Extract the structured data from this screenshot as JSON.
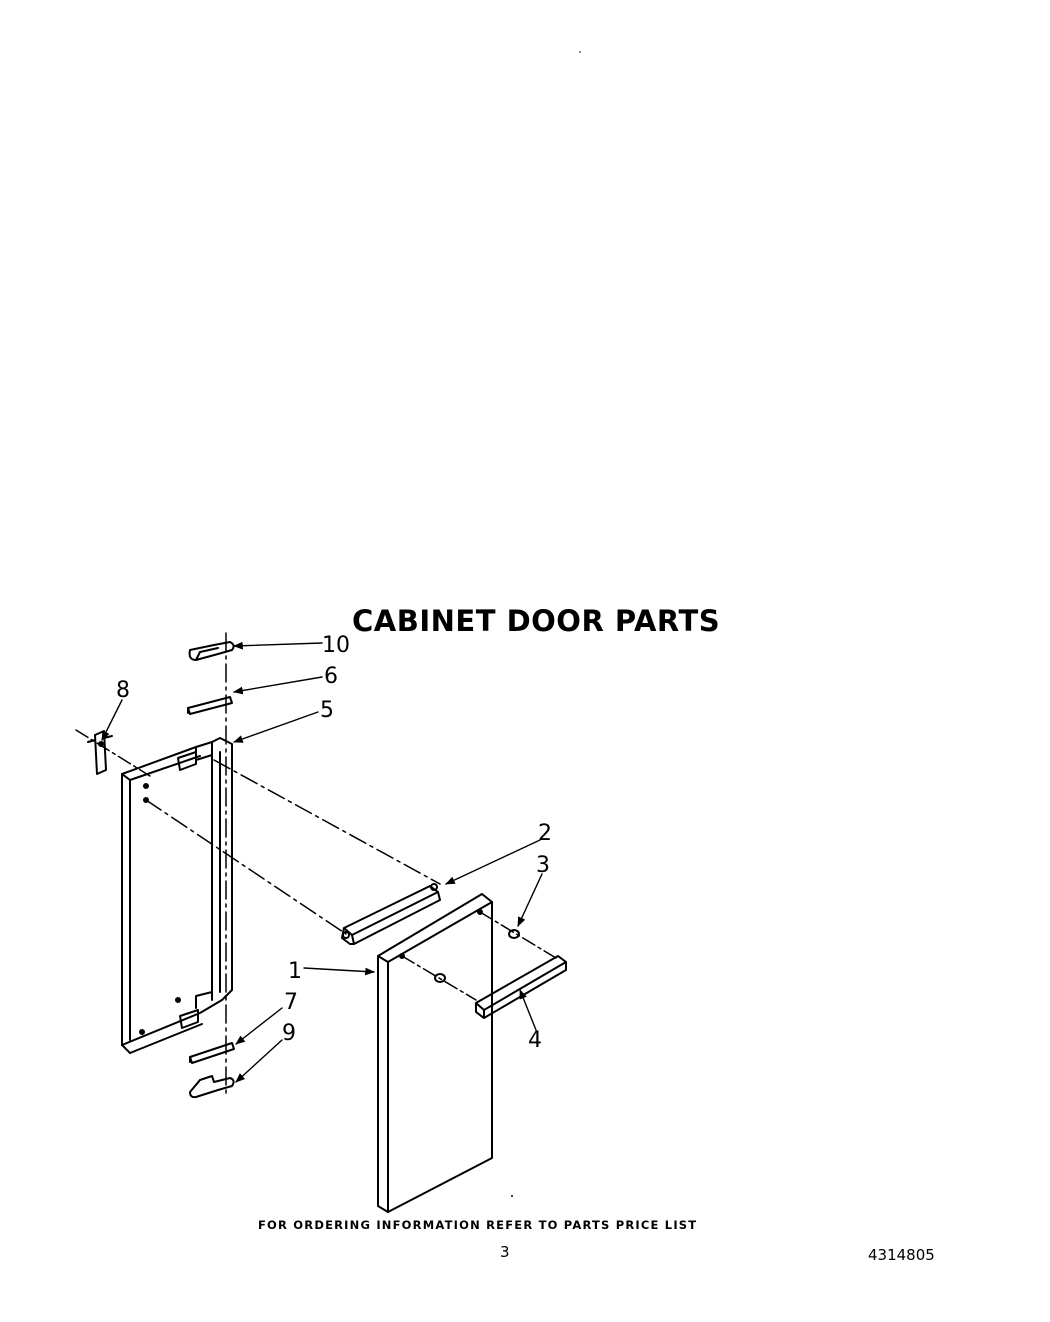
{
  "title": "CABINET DOOR PARTS",
  "callouts": [
    "1",
    "2",
    "3",
    "4",
    "5",
    "6",
    "7",
    "8",
    "9",
    "10"
  ],
  "footer_note": "FOR ORDERING INFORMATION REFER TO PARTS PRICE LIST",
  "page_number": "3",
  "document_number": "4314805"
}
